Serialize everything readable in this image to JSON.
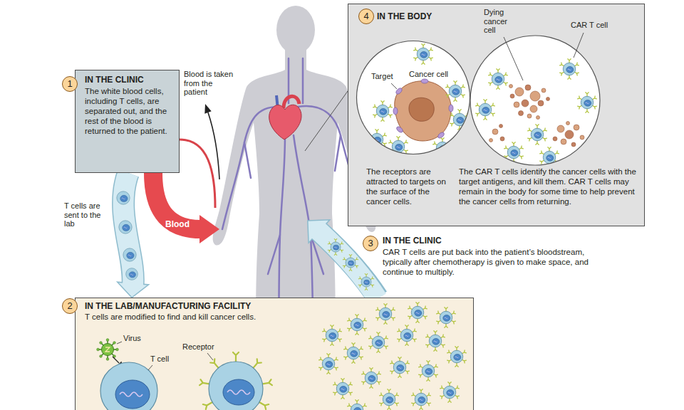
{
  "diagram": {
    "nodes": [
      {
        "text": [
          "IN THE CLINIC",
          "The white blood cells, including T cells, are separated out, and the rest of the blood is returned to the patient."
        ]
      },
      {
        "text": [
          "1"
        ],
        "in": 0
      },
      {
        "text": [
          "IN THE LAB/MANUFACTURING FACILITY",
          "T cells are modified to find and kill cancer cells.",
          "Virus",
          "T cell",
          "Receptor"
        ]
      },
      {
        "text": [
          "2"
        ],
        "in": 2
      },
      {
        "text": [
          "3"
        ]
      },
      {
        "text": [
          "IN THE BODY",
          "The receptors are attracted to targets on the surface of the cancer cells.",
          "The CAR T cells identify the cancer cells with the target antigens, and kill them. CAR T cells may remain in the body for some time to help prevent the cancer cells from returning."
        ]
      },
      {
        "text": [
          "4"
        ],
        "in": 5
      },
      {
        "text": [
          "Target",
          "Cancer cell"
        ],
        "in": 5
      },
      {
        "text": [
          "Dying cancer cell",
          "CAR T cell"
        ],
        "in": 5
      }
    ],
    "edges": [
      {
        "from": 0,
        "to": 2,
        "arrow": "to"
      }
    ],
    "labels": [
      "Blood is taken from the patient",
      "T cells are sent to the lab",
      "Blood",
      "IN THE CLINIC",
      "CAR T cells are put back into the patient’s bloodstream, typically after chemotherapy is given to make space, and continue to multiply."
    ]
  }
}
